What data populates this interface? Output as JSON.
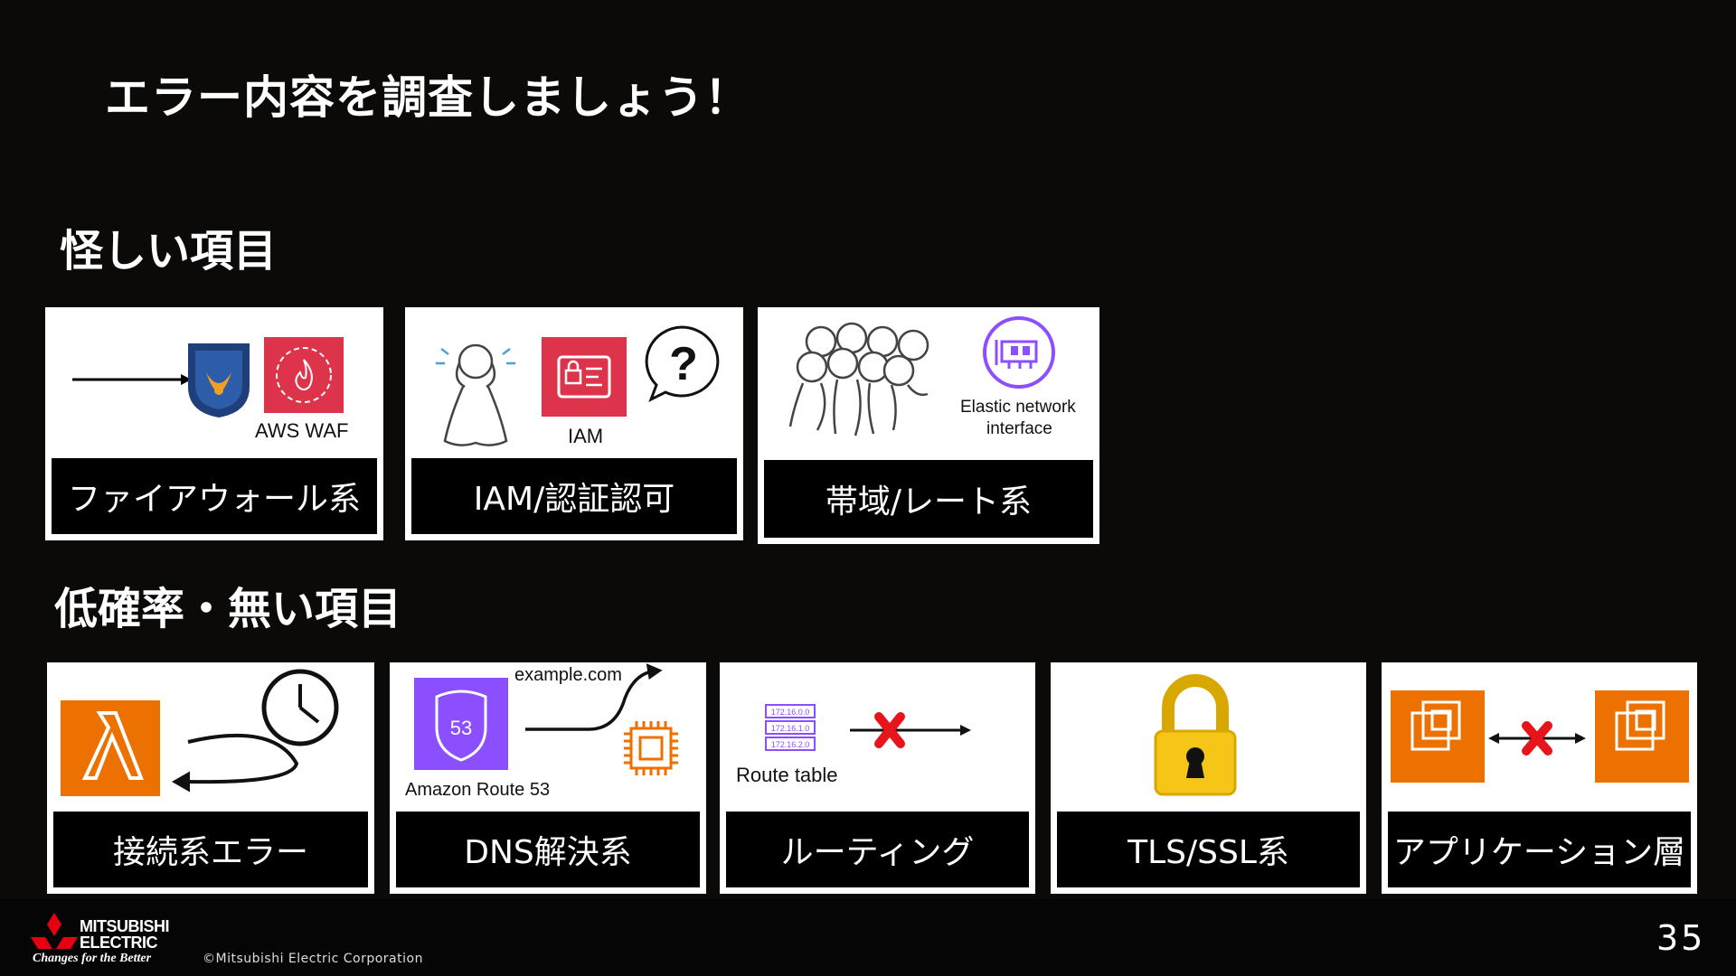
{
  "title": "エラー内容を調査しましょう！",
  "sections": [
    {
      "heading": "怪しい項目"
    },
    {
      "heading": "低確率・無い項目"
    }
  ],
  "suspicious_cards": [
    {
      "label": "ファイアウォール系",
      "caption": "AWS WAF"
    },
    {
      "label": "IAM/認証認可",
      "caption": "IAM"
    },
    {
      "label": "帯域/レート系",
      "caption_line1": "Elastic network",
      "caption_line2": "interface"
    }
  ],
  "unlikely_cards": [
    {
      "label": "接続系エラー"
    },
    {
      "label": "DNS解決系",
      "caption": "Amazon Route 53",
      "domain": "example.com",
      "route53_badge": "53"
    },
    {
      "label": "ルーティング",
      "caption": "Route table",
      "routes": [
        "172.16.0.0",
        "172.16.1.0",
        "172.16.2.0"
      ]
    },
    {
      "label": "TLS/SSL系"
    },
    {
      "label": "アプリケーション層"
    }
  ],
  "icons": [
    "arrow-icon",
    "waf-shield-icon",
    "aws-waf-icon",
    "crying-person-icon",
    "iam-icon",
    "question-bubble-icon",
    "crowd-tug-icon",
    "eni-icon",
    "lambda-icon",
    "clock-icon",
    "loop-arrow-icon",
    "route53-icon",
    "curve-arrow-icon",
    "chip-icon",
    "route-table-icon",
    "blocked-arrow-icon",
    "padlock-icon",
    "ec2-icon"
  ],
  "colors": {
    "background": "#0b0a09",
    "aws_red": "#dd344c",
    "aws_purple": "#8c4fff",
    "aws_orange": "#ed7100",
    "block_red": "#e8141b",
    "lock_yellow": "#f5c518"
  },
  "footer": {
    "brand_line1": "MITSUBISHI",
    "brand_line2": "ELECTRIC",
    "tagline": "Changes for the Better",
    "copyright": "©Mitsubishi Electric Corporation",
    "page_number": "35"
  }
}
